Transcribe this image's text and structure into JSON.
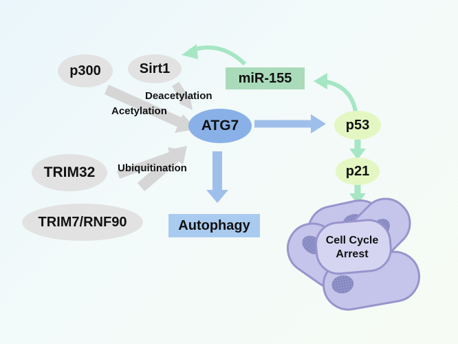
{
  "nodes": {
    "p300": "p300",
    "sirt1": "Sirt1",
    "mir155": "miR-155",
    "atg7": "ATG7",
    "p53": "p53",
    "p21": "p21",
    "trim32": "TRIM32",
    "trim7": "TRIM7/RNF90",
    "autophagy": "Autophagy",
    "cell_cycle_arrest": [
      "Cell Cycle",
      "Arrest"
    ]
  },
  "labels": {
    "deacetylation": "Deacetylation",
    "acetylation": "Acetylation",
    "ubiquitination": "Ubiquitination"
  },
  "colors": {
    "grey_node": "#e2e2e2",
    "atg7": "#89b1e8",
    "p53_p21": "#e4f7c3",
    "mir155": "#a9dbba",
    "autophagy": "#a9cbef",
    "blue_arrow": "#9fbfeb",
    "green_arrow": "#a6e6c4",
    "grey_arrow": "#d6d6d6",
    "cell_outer": "#c5c4ea",
    "cell_border": "#9894cc",
    "nucleus": "#8b8ec4"
  }
}
